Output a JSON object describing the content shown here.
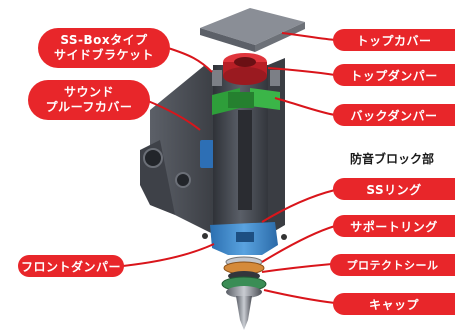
{
  "labels": {
    "side_bracket": [
      "SS-Boxタイプ",
      "サイドブラケット"
    ],
    "soundproof_cover": [
      "サウンド",
      "プルーフカバー"
    ],
    "front_damper": "フロントダンパー",
    "top_cover": "トップカバー",
    "top_damper": "トップダンパー",
    "back_damper": "バックダンパー",
    "section_heading": "防音ブロック部",
    "ss_ring": "SSリング",
    "support_ring": "サポートリング",
    "protect_seal": "プロテクトシール",
    "cap": "キャップ"
  },
  "colors": {
    "label_bg": "#e8262a",
    "leader": "#d9151b",
    "top_damper": "#c8232b",
    "back_damper": "#2e9e3a",
    "front_damper": "#3a82c4",
    "body": "#4a4e55"
  }
}
